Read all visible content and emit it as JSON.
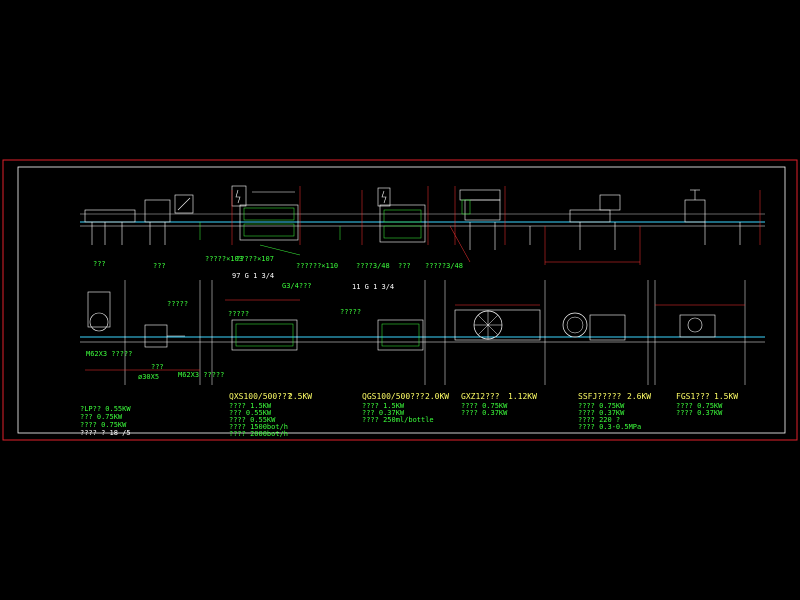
{
  "drawing": {
    "frame_color": "#e0202a",
    "inner_frame_color": "#ffffff",
    "line_colors": {
      "main": "#ffffff",
      "dim": "#ff3333",
      "conveyor": "#3cd6ff",
      "note": "#3cff3c",
      "accent": "#ffff66"
    }
  },
  "top_row_labels": {
    "a": "???",
    "b": "???",
    "c": "?????×103",
    "d": "?????×107",
    "e": "??????×110",
    "f": "97 G 1   3/4",
    "g": "G3/4???",
    "h": "????3/48",
    "i": "???",
    "j": "?????3/48",
    "k": "11 G 1   3/4"
  },
  "bottom_row_labels": {
    "a": "M62X3 ?????",
    "b": "?????",
    "c": "?????",
    "d": "M62X3 ?????",
    "e": "ø30X5",
    "f": "???",
    "g": "?????"
  },
  "spec_blocks": [
    {
      "title": "QXS100/500???",
      "power": "2.5KW",
      "rows": [
        "????   1.5KW",
        "???    0.55KW",
        "????   0.55KW",
        "????   1500bot/h",
        "????   2000bot/h"
      ]
    },
    {
      "title": "QGS100/500???",
      "power": "2.0KW",
      "rows": [
        "????   1.5KW",
        "???    0.37KW",
        "????   250ml/bottle"
      ]
    },
    {
      "title": "GXZ12???",
      "power": "1.12KW",
      "rows": [
        "????   0.75KW",
        "????   0.37KW"
      ]
    },
    {
      "title": "SSFJ?????",
      "power": "2.6KW",
      "rows": [
        "????   0.75KW",
        "????   0.37KW",
        "????   220 ?",
        "????   0.3-0.5MPa"
      ]
    },
    {
      "title": "FGS1???",
      "power": "1.5KW",
      "rows": [
        "????   0.75KW",
        "????   0.37KW"
      ]
    }
  ],
  "left_spec": {
    "rows": [
      "?LP??   0.55KW",
      "???    0.75KW",
      "????   0.75KW",
      "????   ? 18 /5"
    ]
  }
}
